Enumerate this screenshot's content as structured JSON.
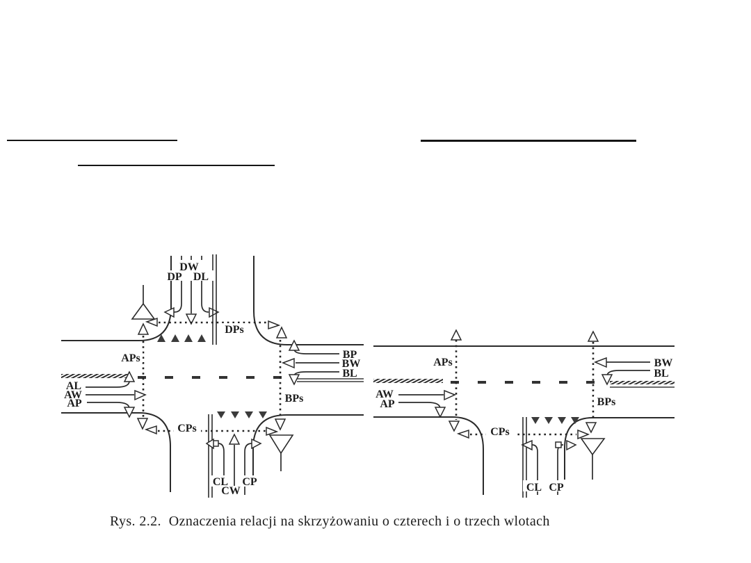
{
  "figure": {
    "caption": "Rys. 2.2.  Oznaczenia relacji na skrzyżowaniu o czterech i o trzech wlotach"
  },
  "left_diagram": {
    "north_leg": {
      "dw": "DW",
      "dp": "DP",
      "dl": "DL",
      "stop_line": "DPs"
    },
    "west_leg": {
      "al": "AL",
      "aw": "AW",
      "ap": "AP",
      "stop_line": "APs"
    },
    "east_leg": {
      "bp": "BP",
      "bw": "BW",
      "bl": "BL",
      "stop_line": "BPs"
    },
    "south_leg": {
      "cl": "CL",
      "cw": "CW",
      "cp": "CP",
      "stop_line": "CPs"
    }
  },
  "right_diagram": {
    "west_leg": {
      "aw": "AW",
      "ap": "AP",
      "stop_line": "APs"
    },
    "east_leg": {
      "bw": "BW",
      "bl": "BL",
      "stop_line": "BPs"
    },
    "south_leg": {
      "cl": "CL",
      "cp": "CP",
      "stop_line": "CPs"
    }
  }
}
